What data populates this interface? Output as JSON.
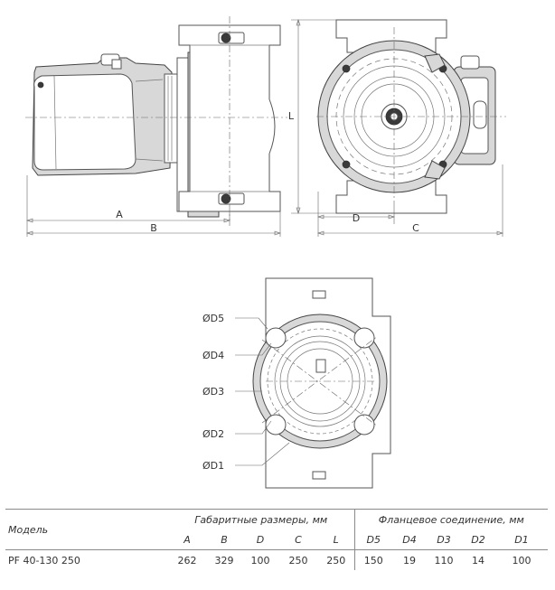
{
  "drawing": {
    "labels": {
      "A": "A",
      "B": "B",
      "L": "L",
      "D": "D",
      "C": "C",
      "D5": "ØD5",
      "D4": "ØD4",
      "D3": "ØD3",
      "D2": "ØD2",
      "D1": "ØD1"
    }
  },
  "table": {
    "model_header": "Модель",
    "overall_header": "Габаритные размеры, мм",
    "flange_header": "Фланцевое соединение, мм",
    "overall_cols": [
      "A",
      "B",
      "D",
      "C",
      "L"
    ],
    "flange_cols": [
      "D5",
      "D4",
      "D3",
      "D2",
      "D1"
    ],
    "row": {
      "model": "PF 40-130 250",
      "overall": [
        "262",
        "329",
        "100",
        "250",
        "250"
      ],
      "flange": [
        "150",
        "19",
        "110",
        "14",
        "100"
      ]
    }
  }
}
